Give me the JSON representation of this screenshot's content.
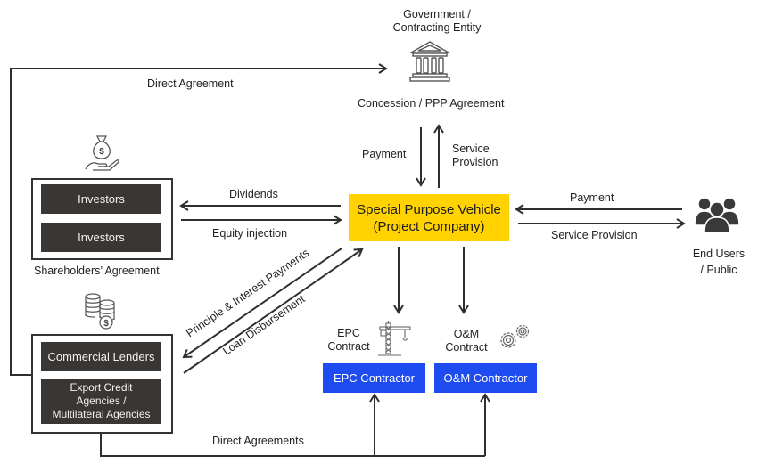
{
  "government": {
    "title_line1": "Government /",
    "title_line2": "Contracting Entity",
    "icon": "government-building-icon",
    "agreement": "Concession / PPP Agreement"
  },
  "spv": {
    "line1": "Special Purpose Vehicle",
    "line2": "(Project Company)",
    "color": "#ffd200"
  },
  "gov_spv_flows": {
    "payment": "Payment",
    "service_line1": "Service",
    "service_line2": "Provision"
  },
  "direct_agreement": "Direct Agreement",
  "direct_agreements": "Direct Agreements",
  "shareholders": {
    "icon": "money-bag-hand-icon",
    "investors": [
      "Investors",
      "Investors"
    ],
    "caption": "Shareholders’ Agreement"
  },
  "equity_flows": {
    "dividends": "Dividends",
    "equity": "Equity injection"
  },
  "lenders": {
    "icon": "coin-stacks-icon",
    "commercial": "Commercial Lenders",
    "eca_line1": "Export Credit",
    "eca_line2": "Agencies /",
    "eca_line3": "Multilateral Agencies"
  },
  "loan_flows": {
    "repayment": "Principle & Interest Payments",
    "disbursement": "Loan Disbursement"
  },
  "end_users": {
    "icon": "users-group-icon",
    "line1": "End Users",
    "line2": "/ Public",
    "payment": "Payment",
    "service": "Service Provision"
  },
  "epc": {
    "contract_line1": "EPC",
    "contract_line2": "Contract",
    "icon": "construction-crane-icon",
    "contractor": "EPC Contractor",
    "color": "#1f4cf0"
  },
  "om": {
    "contract_line1": "O&M",
    "contract_line2": "Contract",
    "icon": "gears-icon",
    "contractor": "O&M Contractor",
    "color": "#1f4cf0"
  }
}
